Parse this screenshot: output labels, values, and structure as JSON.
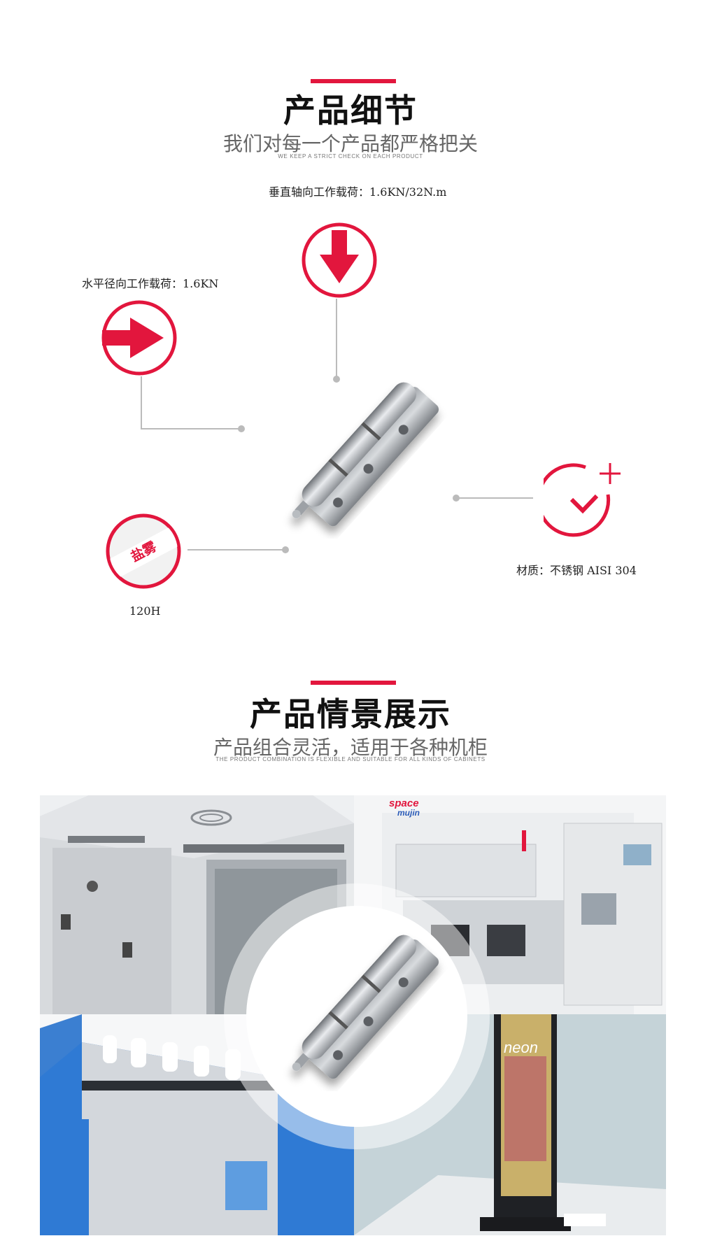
{
  "details": {
    "title": "产品细节",
    "subtitle": "我们对每一个产品都严格把关",
    "subtitle_en": "WE KEEP A STRICT CHECK ON EACH PRODUCT",
    "vertical_load": "垂直轴向工作载荷：1.6KN/32N.m",
    "horizontal_load": "水平径向工作载荷：1.6KN",
    "salt_badge": "盐雾",
    "salt_hours": "120H",
    "material": "材质：不锈钢 AISI 304"
  },
  "scenes": {
    "title": "产品情景展示",
    "subtitle": "产品组合灵活，适用于各种机柜",
    "subtitle_en": "THE PRODUCT COMBINATION IS FLEXIBLE AND SUITABLE FOR ALL KINDS OF CABINETS",
    "photo2_brand_top": "space",
    "photo2_brand_bottom": "mujin",
    "photo4_poster_text": "neon"
  },
  "colors": {
    "accent": "#e2163d",
    "title_text": "#111111",
    "subtitle_text": "#666666"
  }
}
